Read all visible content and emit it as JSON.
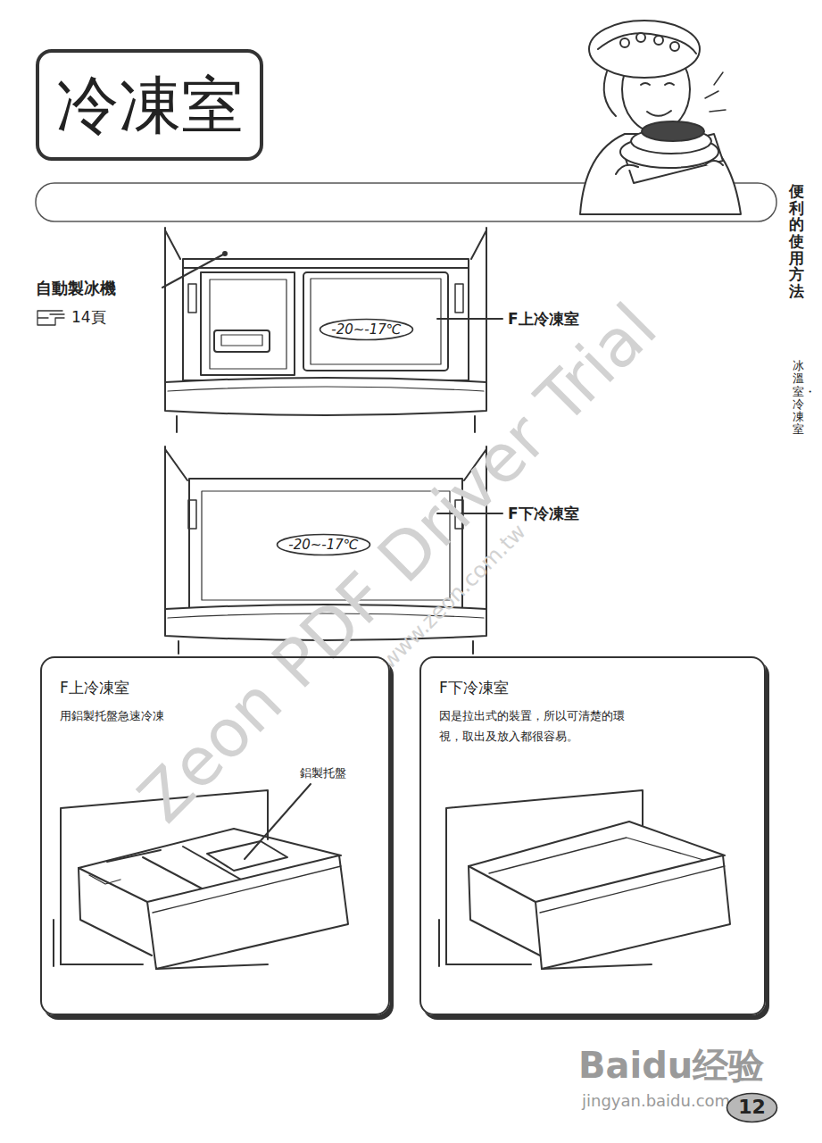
{
  "diagram": {
    "title": "冷凍室",
    "nodes": [
      {
        "text": [
          "-20~-17℃"
        ]
      },
      {
        "text": [
          "-20~-17℃"
        ]
      },
      {
        "text": [
          "F上冷凍室",
          "用鋁製托盤急速冷凍"
        ]
      },
      {
        "text": [
          "F下冷凍室",
          "因是拉出式的裝置，所以可清楚的環視，取出及放入都很容易。"
        ]
      },
      {
        "text": [
          "12"
        ]
      }
    ],
    "labels": [
      "自動製冰機",
      "14頁",
      "F上冷凍室",
      "F下冷凍室",
      "便利的使用方法",
      "冰溫室・冷凍室",
      "鋁製托盤",
      "Zeon PDF Driver Trial",
      "www.zeon.com.tw",
      "Baidu经验",
      "jingyan.baidu.com"
    ]
  }
}
